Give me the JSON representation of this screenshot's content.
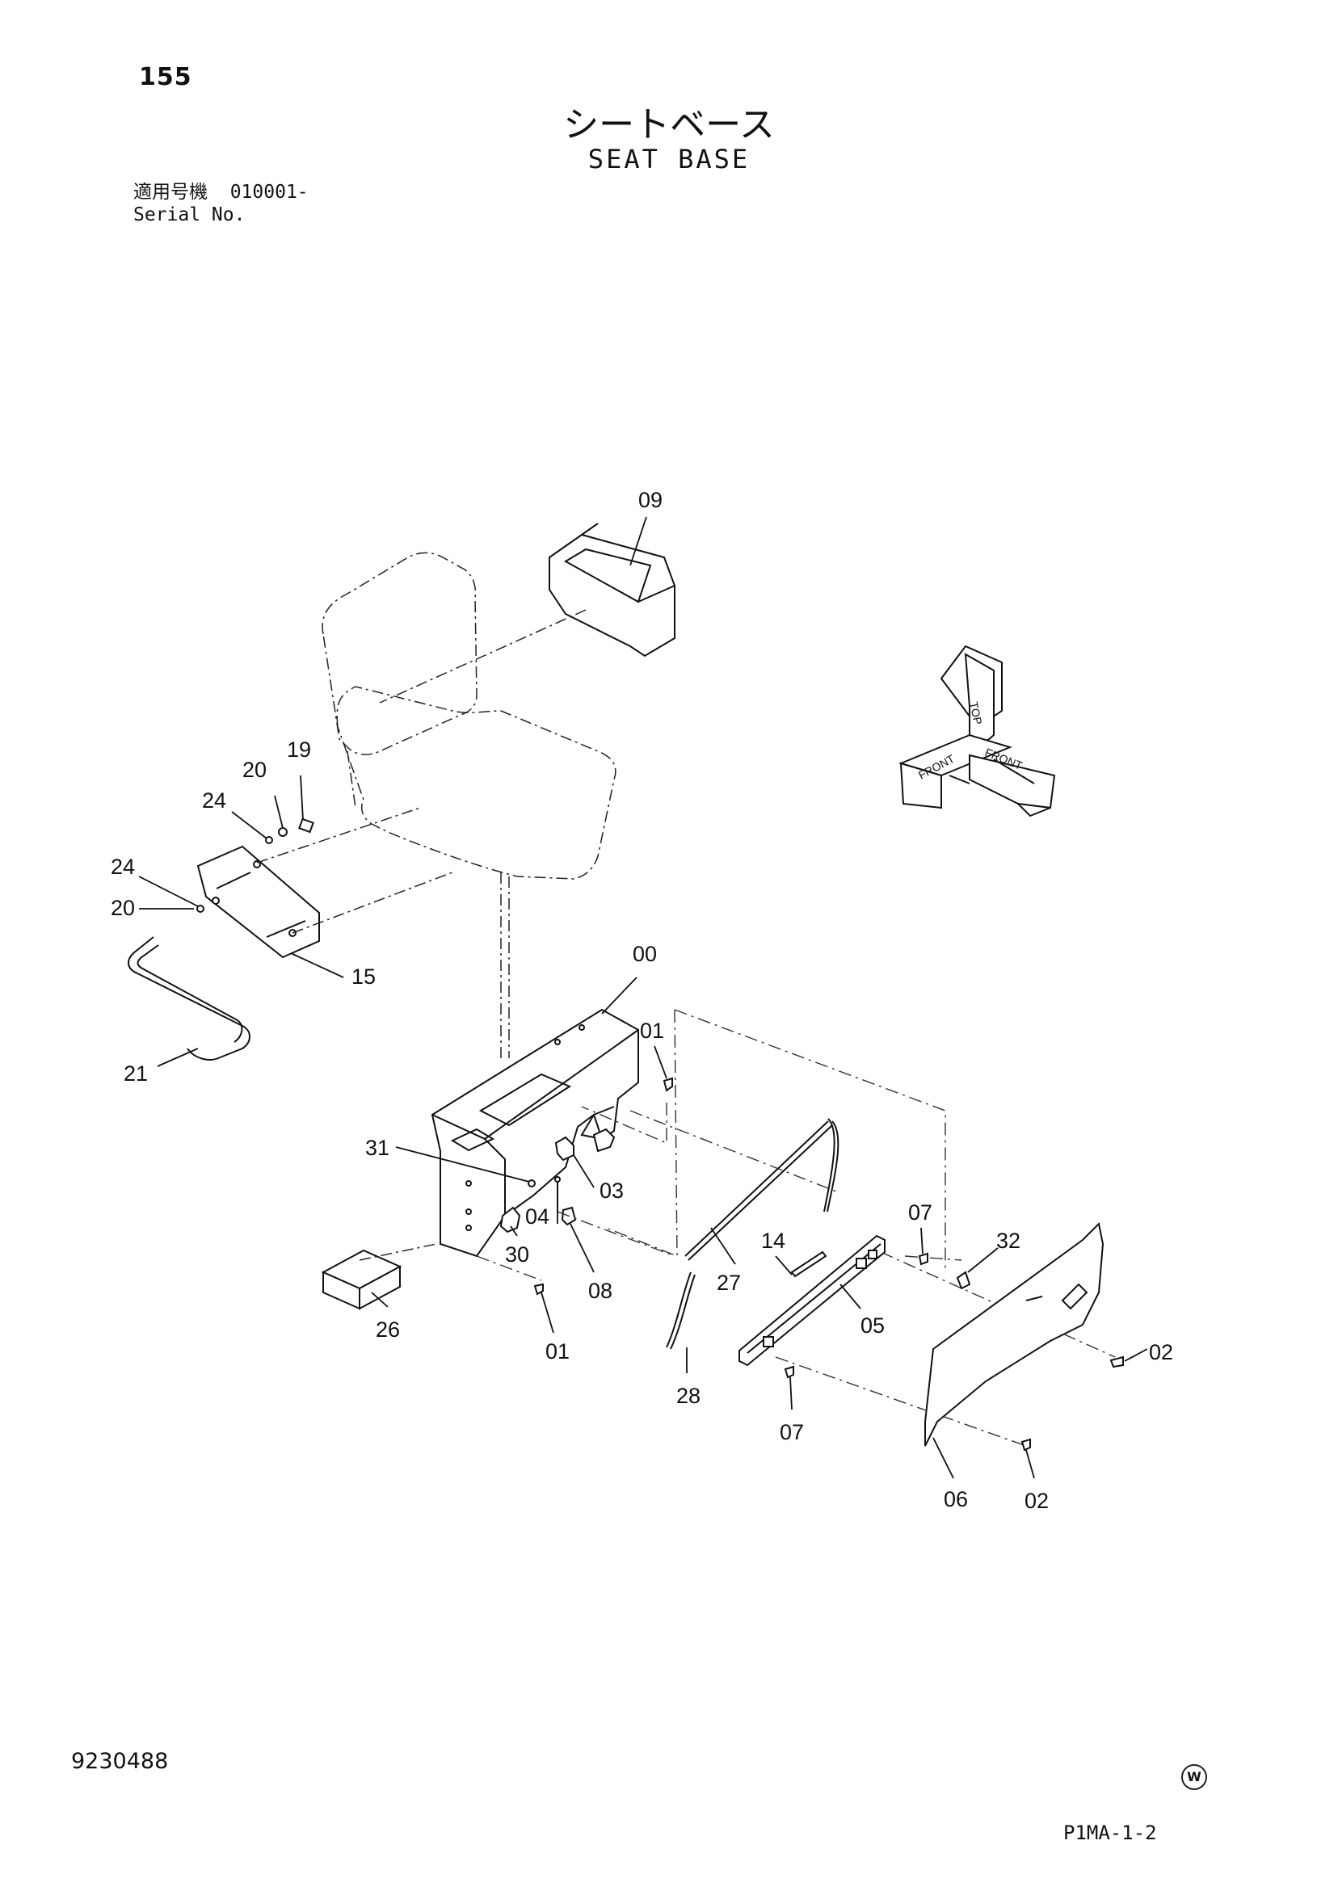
{
  "page_number": "155",
  "title_jp": "シートベース",
  "title_en": "SEAT BASE",
  "serial": {
    "label_jp": "適用号機",
    "value": "010001-",
    "label_en": "Serial No."
  },
  "orientation_indicator": {
    "top": "TOP",
    "front_left": "FRONT",
    "front_right": "FRONT"
  },
  "callouts": {
    "c09": "09",
    "c19": "19",
    "c20a": "20",
    "c24a": "24",
    "c24b": "24",
    "c20b": "20",
    "c15": "15",
    "c21": "21",
    "c00": "00",
    "c01a": "01",
    "c31": "31",
    "c03": "03",
    "c04": "04",
    "c30": "30",
    "c08": "08",
    "c26": "26",
    "c01b": "01",
    "c27": "27",
    "c28": "28",
    "c14": "14",
    "c05": "05",
    "c07a": "07",
    "c07b": "07",
    "c32": "32",
    "c02a": "02",
    "c02b": "02",
    "c06": "06"
  },
  "doc_number": "9230488",
  "w_mark": "W",
  "page_code": "P1MA-1-2"
}
